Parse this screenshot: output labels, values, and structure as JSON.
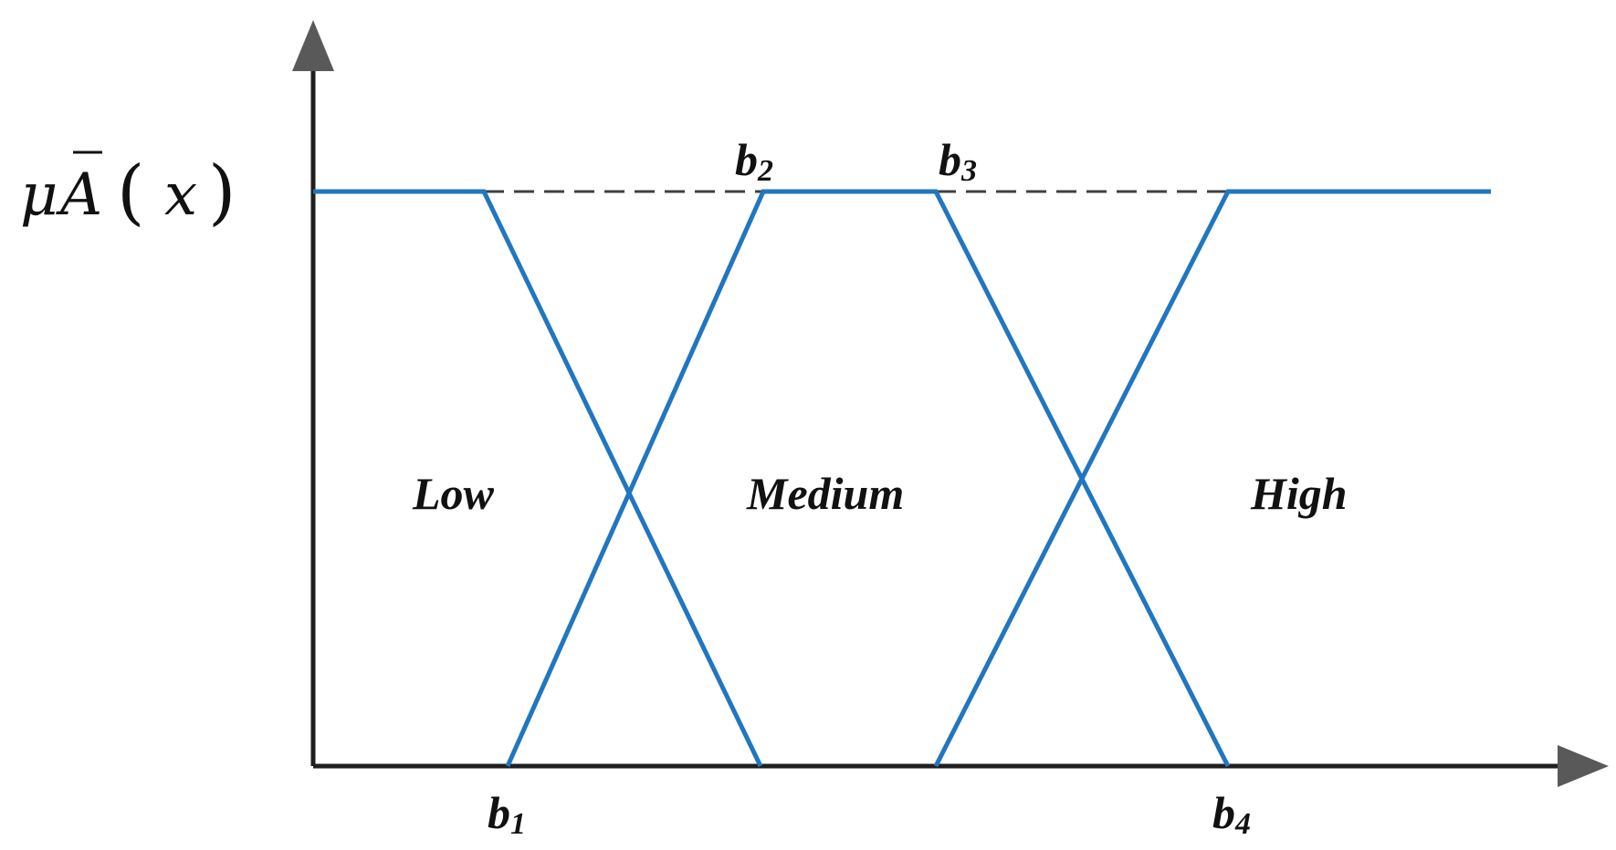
{
  "diagram": {
    "y_axis_label": {
      "mu": "μ",
      "a": "A",
      "open_paren": "(",
      "x": "x",
      "close_paren": ")"
    },
    "regions": {
      "low": "Low",
      "medium": "Medium",
      "high": "High"
    },
    "breakpoints": {
      "b1": {
        "base": "b",
        "sub": "1"
      },
      "b2": {
        "base": "b",
        "sub": "2"
      },
      "b3": {
        "base": "b",
        "sub": "3"
      },
      "b4": {
        "base": "b",
        "sub": "4"
      }
    },
    "colors": {
      "membership_line": "#2176c0",
      "axis": "#1f1f1f",
      "dashed_line": "#404040"
    }
  }
}
